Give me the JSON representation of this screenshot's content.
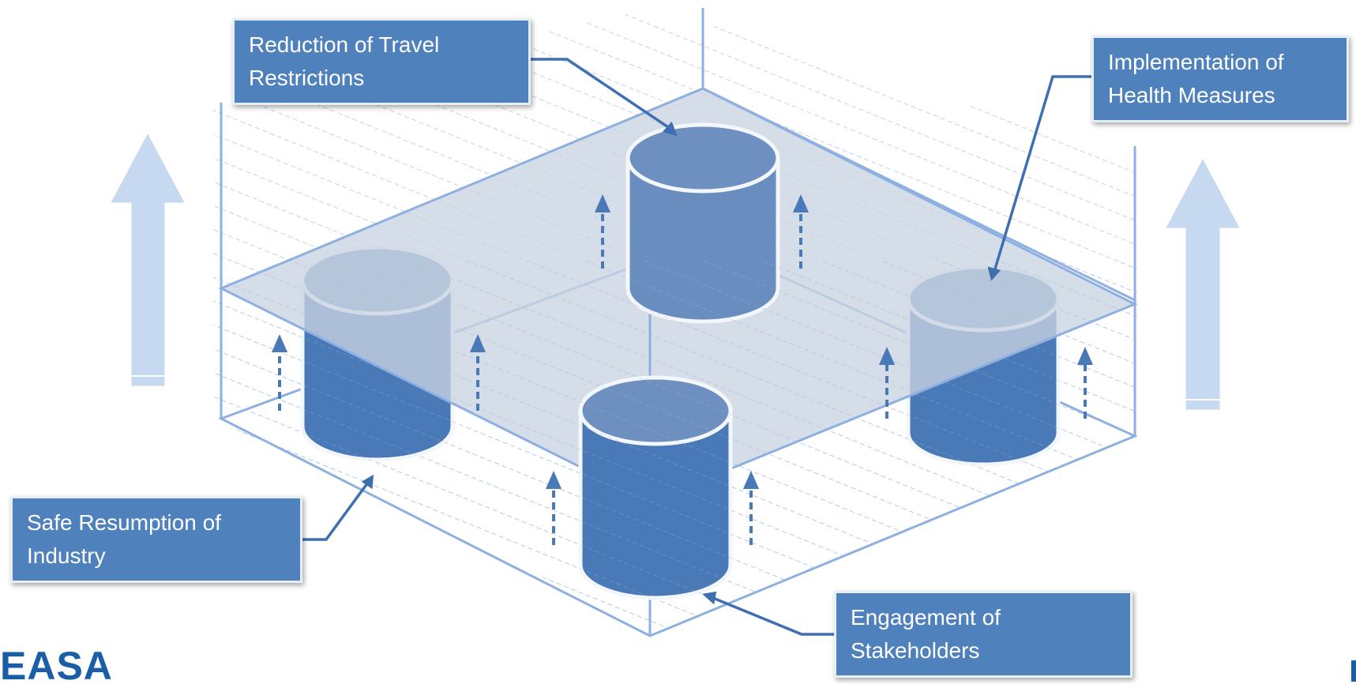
{
  "labels": {
    "reduction": "Reduction of Travel Restrictions",
    "health": "Implementation of Health Measures",
    "resumption": "Safe Resumption of Industry",
    "engagement": "Engagement of Stakeholders"
  },
  "logo_text": "EASA",
  "colors": {
    "box_fill": "#4f81bd",
    "box_border": "#e8eef6",
    "frame_line": "#8eb0e0",
    "platform": "#c9d3e2",
    "cylinder_top": "#6e90c0",
    "cylinder_body": "#4a79b8",
    "big_arrow": "#c6d9f0",
    "logo": "#1a5ea8"
  },
  "icons": [
    "up-arrow-icon"
  ]
}
